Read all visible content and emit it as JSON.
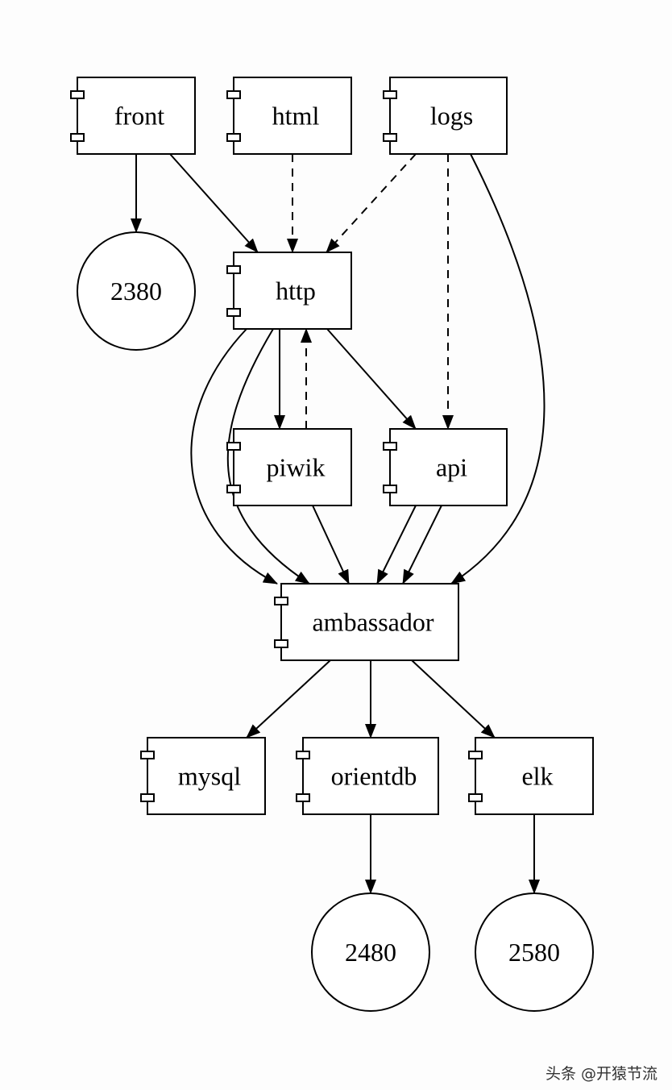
{
  "diagram": {
    "nodes": [
      {
        "id": "front",
        "label": "front",
        "shape": "component"
      },
      {
        "id": "html",
        "label": "html",
        "shape": "component"
      },
      {
        "id": "logs",
        "label": "logs",
        "shape": "component"
      },
      {
        "id": "p2380",
        "label": "2380",
        "shape": "circle"
      },
      {
        "id": "http",
        "label": "http",
        "shape": "component"
      },
      {
        "id": "piwik",
        "label": "piwik",
        "shape": "component"
      },
      {
        "id": "api",
        "label": "api",
        "shape": "component"
      },
      {
        "id": "ambassador",
        "label": "ambassador",
        "shape": "component"
      },
      {
        "id": "mysql",
        "label": "mysql",
        "shape": "component"
      },
      {
        "id": "orientdb",
        "label": "orientdb",
        "shape": "component"
      },
      {
        "id": "elk",
        "label": "elk",
        "shape": "component"
      },
      {
        "id": "p2480",
        "label": "2480",
        "shape": "circle"
      },
      {
        "id": "p2580",
        "label": "2580",
        "shape": "circle"
      }
    ],
    "edges": [
      {
        "from": "front",
        "to": "p2380",
        "style": "solid"
      },
      {
        "from": "front",
        "to": "http",
        "style": "solid"
      },
      {
        "from": "html",
        "to": "http",
        "style": "dashed"
      },
      {
        "from": "logs",
        "to": "http",
        "style": "dashed"
      },
      {
        "from": "logs",
        "to": "api",
        "style": "dashed"
      },
      {
        "from": "logs",
        "to": "ambassador",
        "style": "solid"
      },
      {
        "from": "http",
        "to": "piwik",
        "style": "solid"
      },
      {
        "from": "piwik",
        "to": "http",
        "style": "dashed"
      },
      {
        "from": "http",
        "to": "api",
        "style": "solid"
      },
      {
        "from": "http",
        "to": "ambassador",
        "style": "solid"
      },
      {
        "from": "http",
        "to": "ambassador",
        "style": "solid"
      },
      {
        "from": "piwik",
        "to": "ambassador",
        "style": "solid"
      },
      {
        "from": "api",
        "to": "ambassador",
        "style": "solid"
      },
      {
        "from": "api",
        "to": "ambassador",
        "style": "solid"
      },
      {
        "from": "ambassador",
        "to": "mysql",
        "style": "solid"
      },
      {
        "from": "ambassador",
        "to": "orientdb",
        "style": "solid"
      },
      {
        "from": "ambassador",
        "to": "elk",
        "style": "solid"
      },
      {
        "from": "orientdb",
        "to": "p2480",
        "style": "solid"
      },
      {
        "from": "elk",
        "to": "p2580",
        "style": "solid"
      }
    ]
  },
  "watermark": {
    "text": "头条 @开猿节流"
  }
}
